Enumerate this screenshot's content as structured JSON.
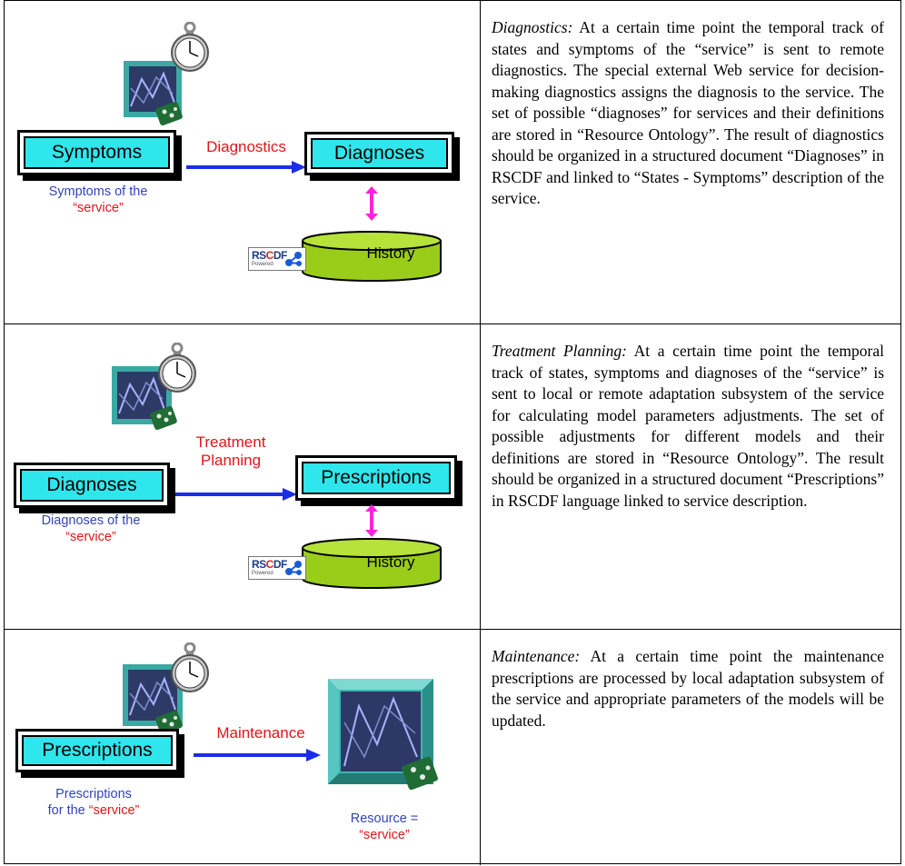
{
  "rows": [
    {
      "input_label": "Symptoms",
      "input_caption_line1": "Symptoms of the",
      "input_caption_quote": "“service”",
      "arrow_label": "Diagnostics",
      "output_label": "Diagnoses",
      "history_label": "History",
      "logo": {
        "r": "RS",
        "c": "C",
        "df": "DF",
        "powered": "Powered"
      },
      "text_title": "Diagnostics:",
      "text_body": " At a certain time point the temporal track of states and symptoms of the “service” is sent to remote diagnostics. The special external Web service for decision-making diagnostics assigns the diagnosis to the service. The set of possible “diagnoses” for services and their definitions are stored in “Resource Ontology”. The result of diagnostics should be organized in a structured document “Diagnoses” in RSCDF and linked to “States - Symptoms” description of the service."
    },
    {
      "input_label": "Diagnoses",
      "input_caption_line1": "Diagnoses of the",
      "input_caption_quote": "“service”",
      "arrow_label_line1": "Treatment",
      "arrow_label_line2": "Planning",
      "output_label": "Prescriptions",
      "history_label": "History",
      "logo": {
        "r": "RS",
        "c": "C",
        "df": "DF",
        "powered": "Powered"
      },
      "text_title": "Treatment Planning:",
      "text_body": " At a certain time point the temporal track of states, symptoms and diagnoses of the “service” is sent to local or remote adaptation subsystem of the service for calculating model parameters adjustments. The set of possible adjustments for different models and their definitions are stored in “Resource Ontology”. The result should be organized in a structured document “Prescriptions” in RSCDF language linked to service description."
    },
    {
      "input_label": "Prescriptions",
      "input_caption_line1": "Prescriptions",
      "input_caption_line2_prefix": "for the ",
      "input_caption_quote": "“service”",
      "arrow_label": "Maintenance",
      "output_caption_line1": "Resource =",
      "output_caption_quote": "“service”",
      "text_title": "Maintenance:",
      "text_body": " At a certain time point the maintenance prescriptions are processed by local adaptation subsystem of the service and appropriate parameters of the models will be updated."
    }
  ],
  "colors": {
    "box_fill": "#2fe6ec",
    "arrow": "#1a2ee6",
    "label_red": "#e4141a",
    "caption_blue": "#3344bb",
    "history_fill": "#9acd1a",
    "double_arrow": "#ff22dd"
  },
  "icons": [
    "stopwatch-icon",
    "resource-screen-icon",
    "rscdf-logo",
    "history-database-icon"
  ]
}
